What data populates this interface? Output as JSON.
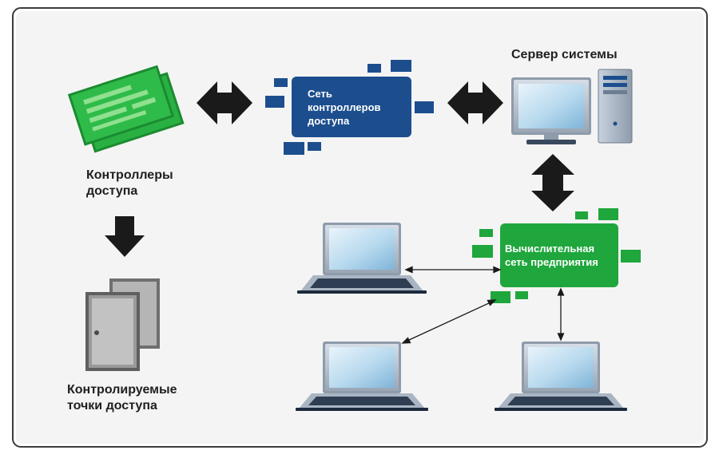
{
  "labels": {
    "controllers": [
      "Контроллеры",
      "доступа"
    ],
    "access_points": [
      "Контролируемые",
      "точки доступа"
    ],
    "server": "Сервер системы",
    "controller_network": [
      "Сеть",
      "контроллеров",
      "доступа"
    ],
    "enterprise_network": [
      "Вычислительная",
      "сеть предприятия"
    ]
  },
  "colors": {
    "frame": "#3c3c3c",
    "panel_bg": "#f1f1f1",
    "controller_board": "#22a33a",
    "controller_network_box": "#1c4e8e",
    "enterprise_network_box": "#1fa63c",
    "arrow": "#1a1a1a",
    "monitor_screen": "#a9cfe8",
    "device_body": "#bfc9d6",
    "door": "#8e8e8e"
  }
}
